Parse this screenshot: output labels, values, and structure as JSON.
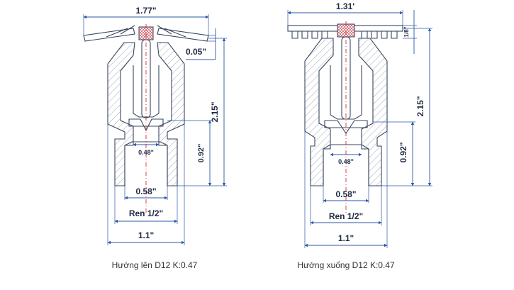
{
  "diagram": {
    "left": {
      "caption": "Hướng lên D12 K:0.47",
      "dims": {
        "top_width": "1.77\"",
        "deflector": "0.05\"",
        "height": "2.15\"",
        "orifice_height": "0.92\"",
        "orifice_inner": "0.48\"",
        "bore": "0.58\"",
        "thread": "Ren 1/2\"",
        "base_width": "1.1\""
      }
    },
    "right": {
      "caption": "Hướng xuống D12 K:0.47",
      "dims": {
        "top_width": "1.31'",
        "deflector_thickness": "1/8\"",
        "height": "2.15\"",
        "orifice_height": "0.92\"",
        "orifice_inner": "0.48\"",
        "bore": "0.58\"",
        "thread": "Ren 1/2\"",
        "base_width": "1.1\""
      }
    },
    "colors": {
      "dimension": "#2b57a6",
      "outline": "#3a4660",
      "centerline": "#d6303b",
      "text": "#1f2a44"
    }
  }
}
